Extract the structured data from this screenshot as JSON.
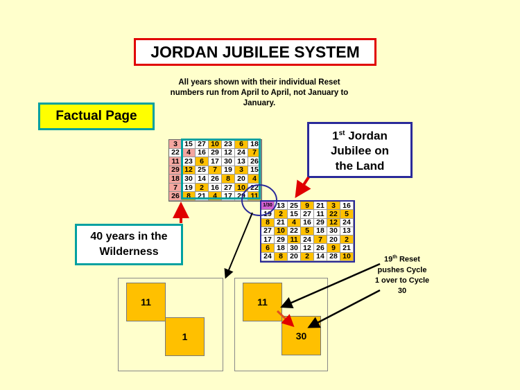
{
  "title": "JORDAN JUBILEE SYSTEM",
  "subtitle": "All years shown with their individual Reset numbers run from April to April, not January to January.",
  "factual_page": "Factual Page",
  "jubilee_box": {
    "line1_main": "1",
    "line1_sup": "st",
    "line1_rest": " Jordan",
    "line2": "Jubilee on",
    "line3": "the Land"
  },
  "wilderness_box": {
    "line1": "40 years in the",
    "line2": "Wilderness"
  },
  "reset_note": {
    "pre": "19",
    "sup": "th",
    "post": " Reset pushes Cycle 1 over to Cycle 30"
  },
  "grid_a": {
    "rows": [
      [
        "3",
        "15",
        "27",
        "10",
        "23",
        "6",
        "18"
      ],
      [
        "22",
        "4",
        "16",
        "29",
        "12",
        "24",
        "7"
      ],
      [
        "11",
        "23",
        "6",
        "17",
        "30",
        "13",
        "26"
      ],
      [
        "29",
        "12",
        "25",
        "7",
        "19",
        "3",
        "15"
      ],
      [
        "18",
        "30",
        "14",
        "26",
        "8",
        "20",
        "4"
      ],
      [
        "7",
        "19",
        "2",
        "16",
        "27",
        "10",
        "22"
      ],
      [
        "26",
        "8",
        "21",
        "4",
        "17",
        "29",
        "11"
      ]
    ]
  },
  "grid_b": {
    "tag": "1/30",
    "rows": [
      [
        "1/30",
        "13",
        "25",
        "9",
        "21",
        "3",
        "16"
      ],
      [
        "19",
        "2",
        "15",
        "27",
        "11",
        "22",
        "5"
      ],
      [
        "8",
        "21",
        "4",
        "16",
        "29",
        "12",
        "24"
      ],
      [
        "27",
        "10",
        "22",
        "5",
        "18",
        "30",
        "13"
      ],
      [
        "17",
        "29",
        "11",
        "24",
        "7",
        "20",
        "2"
      ],
      [
        "6",
        "18",
        "30",
        "12",
        "26",
        "9",
        "21"
      ],
      [
        "24",
        "8",
        "20",
        "2",
        "14",
        "28",
        "10"
      ]
    ]
  },
  "left_panel": {
    "sq_top": "11",
    "sq_bottom": "1"
  },
  "right_panel": {
    "sq_top": "11",
    "sq_bottom": "30"
  },
  "colors": {
    "highlight": "#ffc000",
    "pink": "#f4a6a0",
    "teal": "#00a0a0",
    "navy": "#2a2a9a",
    "red": "#e00000"
  }
}
